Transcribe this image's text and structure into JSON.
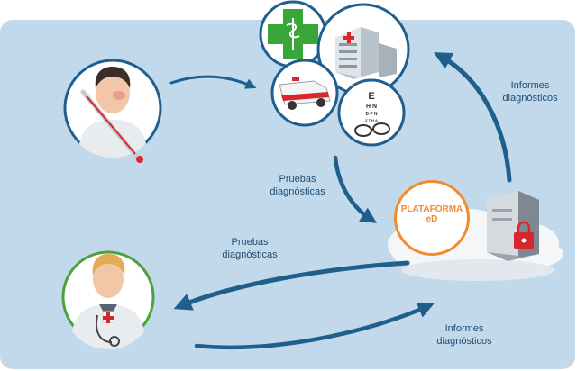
{
  "labels": {
    "top_right": [
      "Informes",
      "diagnósticos"
    ],
    "middle_center": [
      "Pruebas",
      "diagnósticas"
    ],
    "middle_left": [
      "Pruebas",
      "diagnósticas"
    ],
    "bottom_right": [
      "Informes",
      "diagnósticos"
    ]
  },
  "platform": {
    "line1": "PLATAFORMA",
    "line2": "eD"
  },
  "eye_chart": {
    "row1": "E",
    "row2": "H N",
    "row3": "D F N",
    "row4": "Z T H A"
  },
  "colors": {
    "background": "#c2d9ec",
    "arrow": "#1e5f8c",
    "circle_border": "#1f5f8f",
    "doctor_border": "#4aa33a",
    "platform_accent": "#f28a2e"
  },
  "icons": [
    "patient-thermometer-icon",
    "pharmacy-cross-icon",
    "hospital-icon",
    "ambulance-icon",
    "eye-chart-glasses-icon",
    "doctor-stethoscope-icon",
    "server-lock-icon",
    "cloud-icon"
  ]
}
